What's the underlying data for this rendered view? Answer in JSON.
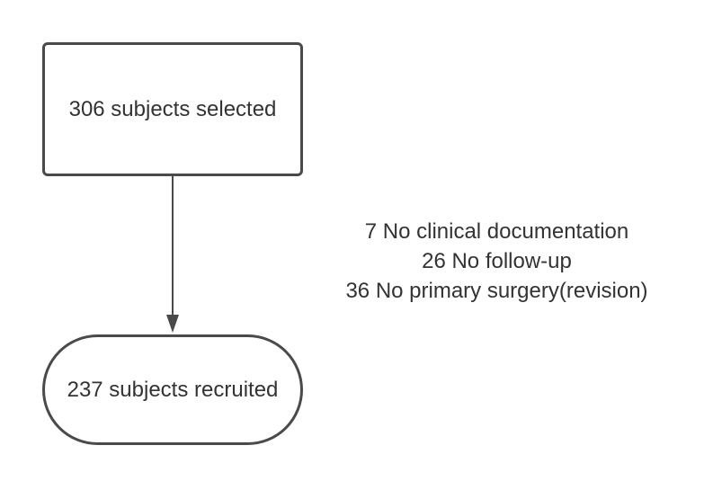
{
  "nodes": {
    "selected": "306 subjects selected",
    "recruited": "237 subjects recruited"
  },
  "exclusions": [
    "7 No clinical documentation",
    "26 No follow-up",
    "36 No primary surgery(revision)"
  ],
  "colors": {
    "stroke": "#4a4a4a",
    "text": "#333333",
    "background": "#ffffff"
  }
}
